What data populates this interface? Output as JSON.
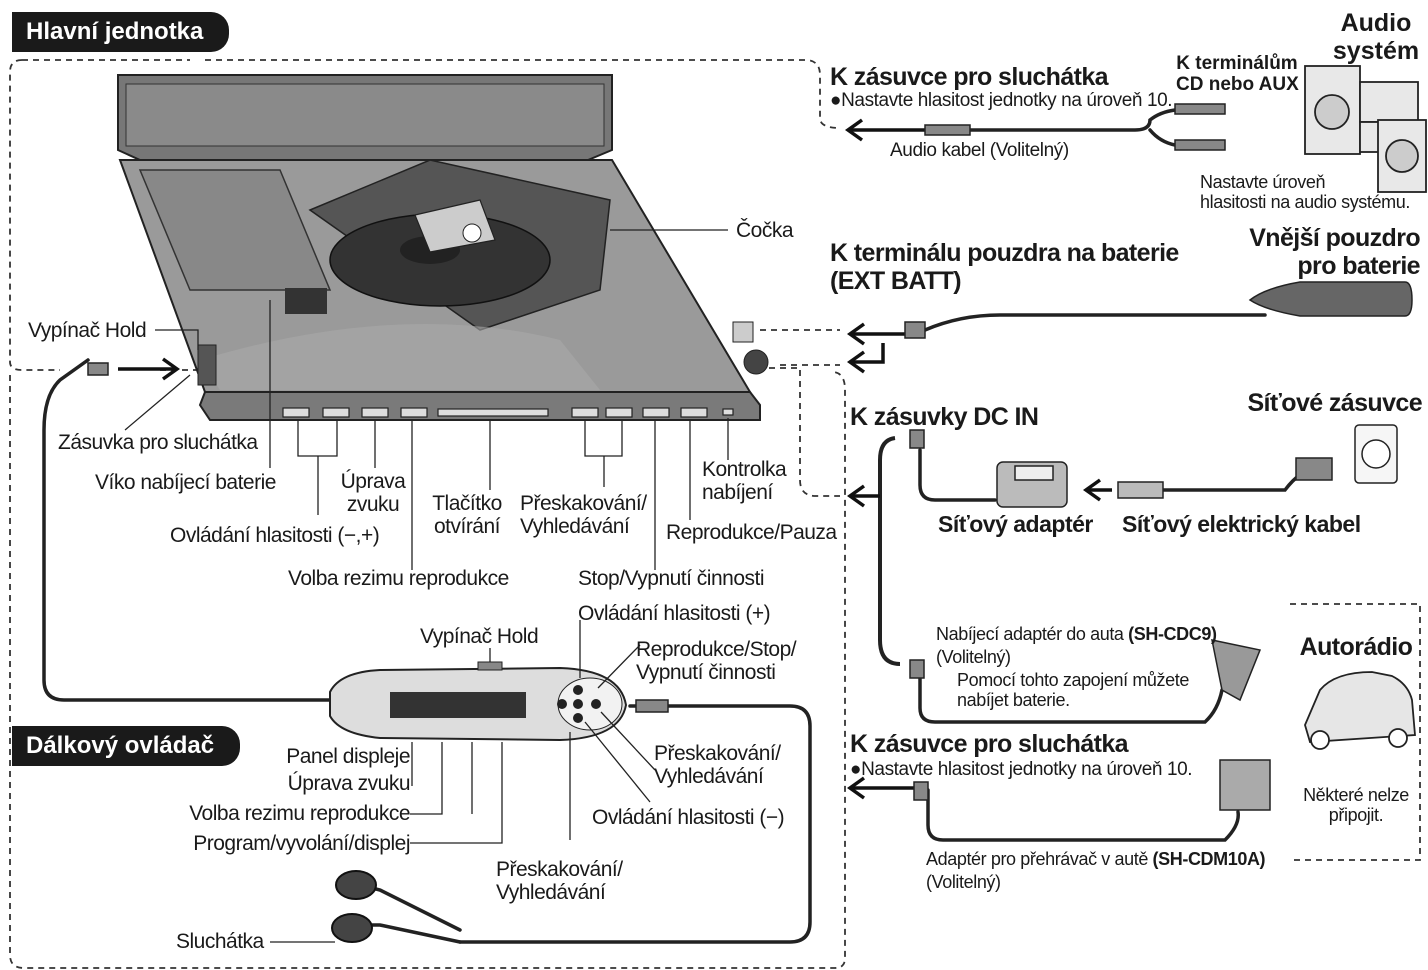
{
  "sections": {
    "main_unit_tag": "Hlavní jednotka",
    "remote_tag": "Dálkový ovládač"
  },
  "unit_labels": {
    "hold_switch": "Vypínač Hold",
    "lens": "Čočka",
    "headphone_jack": "Zásuvka pro sluchátka",
    "battery_cover": "Víko nabíjecí baterie",
    "sound_line1": "Úprava",
    "sound_line2": "zvuku",
    "volume": "Ovládání hlasitosti (−,+)",
    "open_line1": "Tlačítko",
    "open_line2": "otvírání",
    "skip_line1": "Přeskakování/",
    "skip_line2": "Vyhledávání",
    "charge_line1": "Kontrolka",
    "charge_line2": "nabíjení",
    "play_pause": "Reprodukce/Pauza",
    "play_mode": "Volba rezimu reprodukce",
    "stop": "Stop/Vypnutí činnosti"
  },
  "remote_labels": {
    "vol_plus": "Ovládání hlasitosti (+)",
    "hold": "Vypínač Hold",
    "play_stop_line1": "Reprodukce/Stop/",
    "play_stop_line2": "Vypnutí činnosti",
    "display_panel": "Panel displeje",
    "sound": "Úprava zvuku",
    "skip_r_line1": "Přeskakování/",
    "skip_r_line2": "Vyhledávání",
    "play_mode": "Volba rezimu reprodukce",
    "vol_minus": "Ovládání hlasitosti (−)",
    "program": "Program/vyvolání/displej",
    "skip_b_line1": "Přeskakování/",
    "skip_b_line2": "Vyhledávání",
    "earphones": "Sluchátka"
  },
  "audio_system": {
    "heading": "K zásuvce pro sluchátka",
    "note": "●Nastavte hlasitost jednotky na úroveň 10.",
    "cable": "Audio kabel (Volitelný)",
    "terminal_line1": "K terminálům",
    "terminal_line2": "CD nebo AUX",
    "title_line1": "Audio",
    "title_line2": "systém",
    "level_line1": "Nastavte úroveň",
    "level_line2": "hlasitosti na audio systému."
  },
  "battery_case": {
    "heading_line1": "K terminálu pouzdra na baterie",
    "heading_line2": "(EXT BATT)",
    "title_line1": "Vnější pouzdro",
    "title_line2": "pro baterie"
  },
  "dc_in": {
    "heading": "K zásuvky DC IN",
    "outlet": "Síťové zásuvce",
    "adapter": "Síťový adaptér",
    "cord": "Síťový elektrický kabel",
    "car_adapter_prefix": "Nabíjecí adaptér do auta ",
    "car_adapter_model": "(SH-CDC9)",
    "car_optional": "(Volitelný)",
    "car_note_line1": "Pomocí tohto zapojení můžete",
    "car_note_line2": "nabíjet baterie."
  },
  "car_audio": {
    "heading": "K zásuvce pro sluchátka",
    "note": "●Nastavte hlasitost jednotky na úroveň 10.",
    "cassette_prefix": "Adaptér pro přehrávač v autě ",
    "cassette_model": "(SH-CDM10A)",
    "cassette_optional": "(Volitelný)",
    "title": "Autorádio",
    "note2_line1": "Některé nelze",
    "note2_line2": "připojit."
  }
}
